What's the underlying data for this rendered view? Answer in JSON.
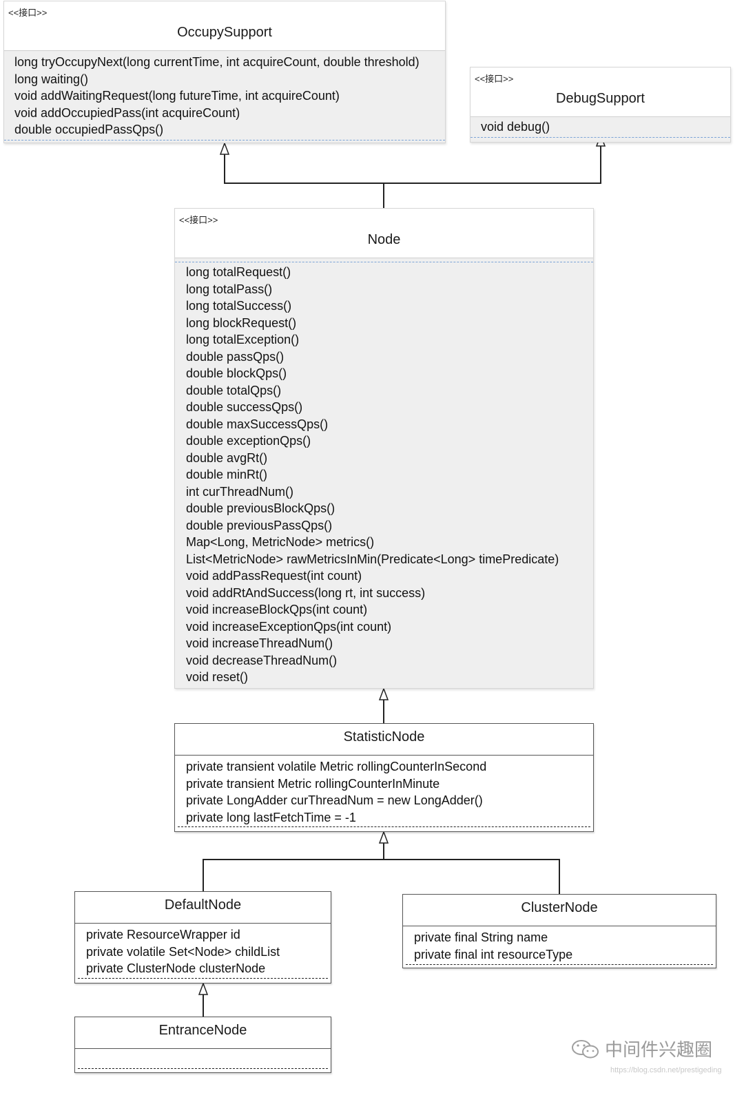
{
  "stereotype": "<<接口>>",
  "occupy_support": {
    "name": "OccupySupport",
    "methods": [
      "long tryOccupyNext(long currentTime, int acquireCount, double threshold)",
      "long waiting()",
      "void addWaitingRequest(long futureTime, int acquireCount)",
      "void addOccupiedPass(int acquireCount)",
      "double occupiedPassQps()"
    ]
  },
  "debug_support": {
    "name": "DebugSupport",
    "methods": [
      "void debug()"
    ]
  },
  "node": {
    "name": "Node",
    "methods": [
      "long totalRequest()",
      "long totalPass()",
      "long totalSuccess()",
      "long blockRequest()",
      "long totalException()",
      "double passQps()",
      "double blockQps()",
      "double totalQps()",
      "double successQps()",
      "double maxSuccessQps()",
      "double exceptionQps()",
      "double avgRt()",
      "double minRt()",
      "int curThreadNum()",
      "double previousBlockQps()",
      "double previousPassQps()",
      "Map<Long, MetricNode> metrics()",
      "List<MetricNode> rawMetricsInMin(Predicate<Long> timePredicate)",
      "void addPassRequest(int count)",
      "void addRtAndSuccess(long rt, int success)",
      "void increaseBlockQps(int count)",
      "void increaseExceptionQps(int count)",
      "void increaseThreadNum()",
      "void decreaseThreadNum()",
      "void reset()"
    ]
  },
  "statistic_node": {
    "name": "StatisticNode",
    "fields": [
      "private transient volatile Metric rollingCounterInSecond",
      "private transient Metric rollingCounterInMinute",
      "private LongAdder curThreadNum = new LongAdder()",
      "private long lastFetchTime = -1"
    ]
  },
  "default_node": {
    "name": "DefaultNode",
    "fields": [
      "private ResourceWrapper id",
      "private volatile Set<Node> childList",
      "private ClusterNode clusterNode"
    ]
  },
  "cluster_node": {
    "name": "ClusterNode",
    "fields": [
      "private final String name",
      "private final int resourceType"
    ]
  },
  "entrance_node": {
    "name": "EntranceNode",
    "fields": []
  },
  "watermark": {
    "text": "中间件兴趣圈",
    "url": "https://blog.csdn.net/prestigeding"
  }
}
